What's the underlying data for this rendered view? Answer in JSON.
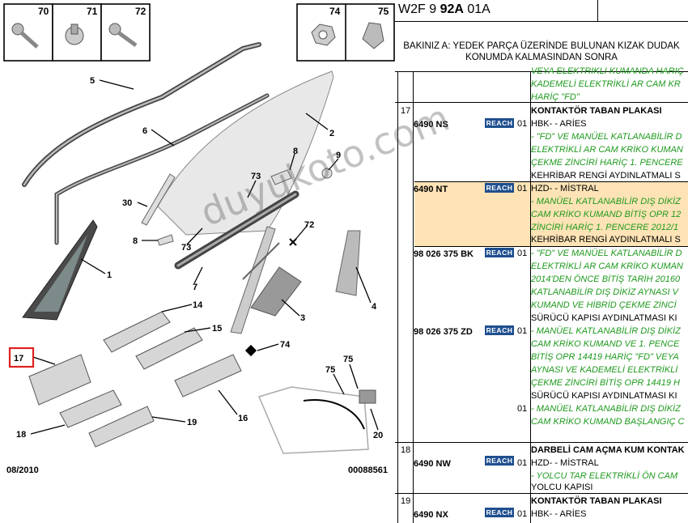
{
  "diagram": {
    "thumbs": [
      "70",
      "71",
      "72",
      "74",
      "75"
    ],
    "callouts": [
      "5",
      "6",
      "2",
      "8",
      "9",
      "73",
      "30",
      "72",
      "8",
      "73",
      "1",
      "7",
      "4",
      "14",
      "15",
      "3",
      "74",
      "17",
      "75",
      "75",
      "18",
      "19",
      "16",
      "20"
    ],
    "footer_left": "08/2010",
    "footer_right": "00088561"
  },
  "watermark": "duyukoto.com",
  "header": {
    "prefix": "W2F 9 ",
    "bold": "92A",
    "suffix": " 01A"
  },
  "note": {
    "line1": "BAKINIZ A: YEDEK PARÇA ÜZERİNDE BULUNAN KIZAK DUDAK",
    "line2": "KONUMDA KALMASINDAN SONRA"
  },
  "reach_label": "REACH",
  "rows": [
    {
      "green": [
        "VEYA ELEKTRIKLI KUMANDA HARIÇ",
        "KADEMELİ ELEKTRİKLİ AR CAM KR",
        "HARİÇ \"FD\""
      ]
    },
    {
      "item": "17",
      "part": "6490 NS",
      "qty": "01",
      "title": "KONTAKTÖR TABAN PLAKASI",
      "model": "HBK- - ARİES",
      "green": [
        "- \"FD\" VE MANÜEL KATLANABİLİR D",
        "ELEKTRİKLİ AR CAM KRİKO KUMAN",
        "ÇEKME ZİNCİRİ HARİÇ 1. PENCERE"
      ],
      "black": "KEHRİBAR RENGİ AYDINLATMALI S"
    },
    {
      "part": "6490 NT",
      "qty": "01",
      "model": "HZD- - MİSTRAL",
      "green": [
        "- MANÜEL KATLANABİLİR DIŞ DİKİZ",
        "CAM KRİKO KUMAND BİTİŞ OPR 12",
        "ZİNCİRİ HARİÇ 1. PENCERE 2012/1"
      ],
      "black": "KEHRİBAR RENGİ AYDINLATMALI S"
    },
    {
      "part": "98 026 375 BK",
      "qty": "01",
      "green": [
        "- \"FD\" VE MANÜEL KATLANABİLİR D",
        "ELEKTRİKLİ AR CAM KRİKO KUMAN",
        "2014'DEN ÖNCE BİTİŞ TARİH 20160",
        "KATLANABİLİR DIŞ DİKİZ AYNASI V",
        "KUMAND VE HİBRİD ÇEKME ZİNCİ"
      ],
      "black": "SÜRÜCÜ KAPISI AYDINLATMASI KI"
    },
    {
      "part": "98 026 375 ZD",
      "qty": "01",
      "green": [
        "- MANÜEL KATLANABİLİR DIŞ DİKİZ",
        "CAM KRİKO KUMAND VE 1. PENCE",
        "BİTİŞ OPR 14419 HARİÇ \"FD\" VEYA",
        "AYNASI VE KADEMELİ ELEKTRİKLİ",
        "ÇEKME ZİNCİRİ BİTİŞ OPR 14419 H"
      ],
      "black": "SÜRÜCÜ KAPISI AYDINLATMASI KI"
    },
    {
      "qty": "01",
      "green": [
        "- MANÜEL KATLANABİLİR DIŞ DİKİZ",
        "CAM KRİKO KUMAND BAŞLANGIÇ C"
      ]
    },
    {
      "item": "18",
      "part": "6490 NW",
      "qty": "01",
      "title": "DARBELİ CAM AÇMA KUM KONTAK",
      "model": "HZD- - MİSTRAL",
      "green": [
        "- YOLCU TAR ELEKTRİKLİ ÖN CAM"
      ],
      "black": "YOLCU KAPISI"
    },
    {
      "item": "19",
      "part": "6490 NX",
      "qty": "01",
      "title": "KONTAKTÖR TABAN PLAKASI",
      "model": "HBK- - ARİES"
    }
  ]
}
